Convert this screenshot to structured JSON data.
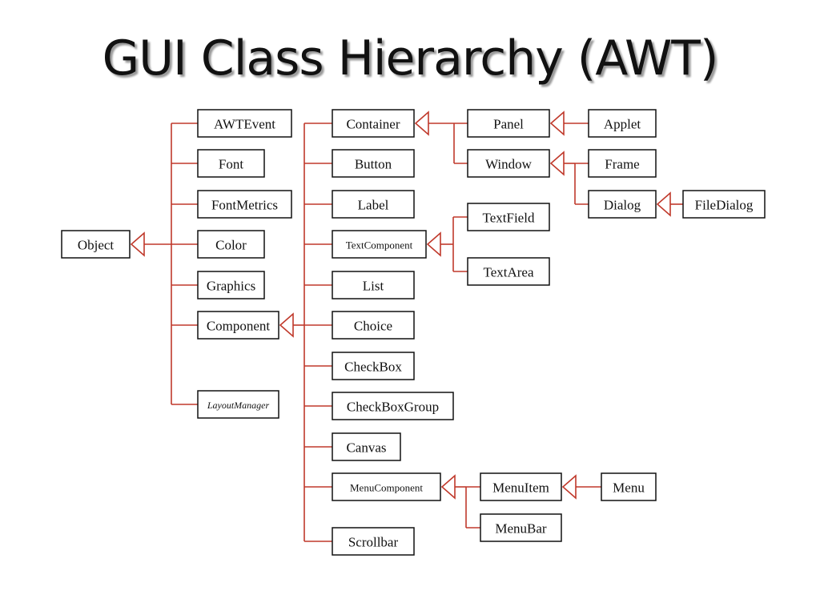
{
  "slide": {
    "title": "GUI Class Hierarchy (AWT)"
  },
  "diagram": {
    "colors": {
      "edge": "#c0392b",
      "box_border": "#111111",
      "text": "#111111"
    },
    "nodes": [
      {
        "id": "object",
        "label": "Object"
      },
      {
        "id": "awtevent",
        "label": "AWTEvent"
      },
      {
        "id": "font",
        "label": "Font"
      },
      {
        "id": "fontmetrics",
        "label": "FontMetrics"
      },
      {
        "id": "color",
        "label": "Color"
      },
      {
        "id": "graphics",
        "label": "Graphics"
      },
      {
        "id": "component",
        "label": "Component"
      },
      {
        "id": "layoutmanager",
        "label": "LayoutManager",
        "italic": true
      },
      {
        "id": "container",
        "label": "Container"
      },
      {
        "id": "button",
        "label": "Button"
      },
      {
        "id": "label",
        "label": "Label"
      },
      {
        "id": "textcomponent",
        "label": "TextComponent"
      },
      {
        "id": "list",
        "label": "List"
      },
      {
        "id": "choice",
        "label": "Choice"
      },
      {
        "id": "checkbox",
        "label": "CheckBox"
      },
      {
        "id": "checkboxgroup",
        "label": "CheckBoxGroup"
      },
      {
        "id": "canvas",
        "label": "Canvas"
      },
      {
        "id": "menucomponent",
        "label": "MenuComponent"
      },
      {
        "id": "scrollbar",
        "label": "Scrollbar"
      },
      {
        "id": "panel",
        "label": "Panel"
      },
      {
        "id": "window",
        "label": "Window"
      },
      {
        "id": "applet",
        "label": "Applet"
      },
      {
        "id": "frame",
        "label": "Frame"
      },
      {
        "id": "dialog",
        "label": "Dialog"
      },
      {
        "id": "filedialog",
        "label": "FileDialog"
      },
      {
        "id": "textfield",
        "label": "TextField"
      },
      {
        "id": "textarea",
        "label": "TextArea"
      },
      {
        "id": "menuitem",
        "label": "MenuItem"
      },
      {
        "id": "menubar",
        "label": "MenuBar"
      },
      {
        "id": "menu",
        "label": "Menu"
      }
    ],
    "edges": [
      {
        "parent": "object",
        "children": [
          "awtevent",
          "font",
          "fontmetrics",
          "color",
          "graphics",
          "component",
          "layoutmanager"
        ]
      },
      {
        "parent": "component",
        "children": [
          "container",
          "button",
          "label",
          "textcomponent",
          "list",
          "choice",
          "checkbox",
          "checkboxgroup",
          "canvas",
          "menucomponent",
          "scrollbar"
        ]
      },
      {
        "parent": "container",
        "children": [
          "panel",
          "window"
        ]
      },
      {
        "parent": "panel",
        "children": [
          "applet"
        ]
      },
      {
        "parent": "window",
        "children": [
          "frame",
          "dialog"
        ]
      },
      {
        "parent": "dialog",
        "children": [
          "filedialog"
        ]
      },
      {
        "parent": "textcomponent",
        "children": [
          "textfield",
          "textarea"
        ]
      },
      {
        "parent": "menucomponent",
        "children": [
          "menuitem",
          "menubar"
        ]
      },
      {
        "parent": "menuitem",
        "children": [
          "menu"
        ]
      }
    ]
  }
}
